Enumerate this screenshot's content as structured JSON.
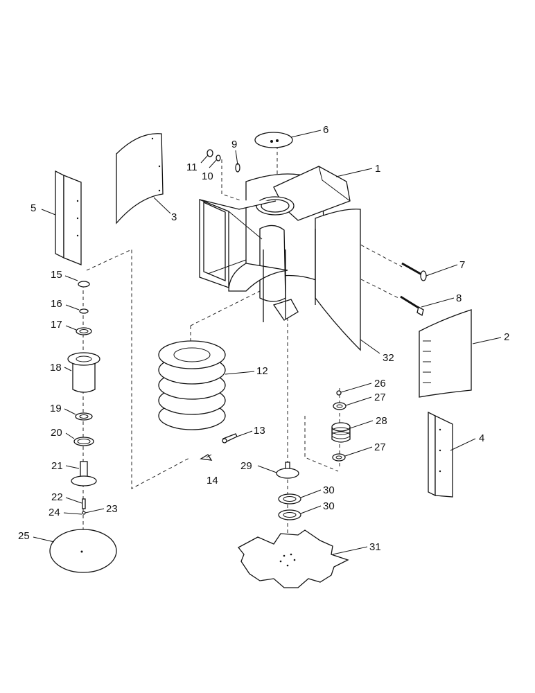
{
  "diagram": {
    "callouts": [
      {
        "id": "c1",
        "text": "1"
      },
      {
        "id": "c2",
        "text": "2"
      },
      {
        "id": "c3",
        "text": "3"
      },
      {
        "id": "c4",
        "text": "4"
      },
      {
        "id": "c5",
        "text": "5"
      },
      {
        "id": "c6",
        "text": "6"
      },
      {
        "id": "c7",
        "text": "7"
      },
      {
        "id": "c8",
        "text": "8"
      },
      {
        "id": "c9",
        "text": "9"
      },
      {
        "id": "c10",
        "text": "10"
      },
      {
        "id": "c11",
        "text": "11"
      },
      {
        "id": "c12",
        "text": "12"
      },
      {
        "id": "c13",
        "text": "13"
      },
      {
        "id": "c14",
        "text": "14"
      },
      {
        "id": "c15",
        "text": "15"
      },
      {
        "id": "c16",
        "text": "16"
      },
      {
        "id": "c17",
        "text": "17"
      },
      {
        "id": "c18",
        "text": "18"
      },
      {
        "id": "c19",
        "text": "19"
      },
      {
        "id": "c20",
        "text": "20"
      },
      {
        "id": "c21",
        "text": "21"
      },
      {
        "id": "c22",
        "text": "22"
      },
      {
        "id": "c23",
        "text": "23"
      },
      {
        "id": "c24",
        "text": "24"
      },
      {
        "id": "c25",
        "text": "25"
      },
      {
        "id": "c26",
        "text": "26"
      },
      {
        "id": "c27a",
        "text": "27"
      },
      {
        "id": "c27b",
        "text": "27"
      },
      {
        "id": "c28",
        "text": "28"
      },
      {
        "id": "c29",
        "text": "29"
      },
      {
        "id": "c30a",
        "text": "30"
      },
      {
        "id": "c30b",
        "text": "30"
      },
      {
        "id": "c31",
        "text": "31"
      },
      {
        "id": "c32",
        "text": "32"
      }
    ]
  }
}
